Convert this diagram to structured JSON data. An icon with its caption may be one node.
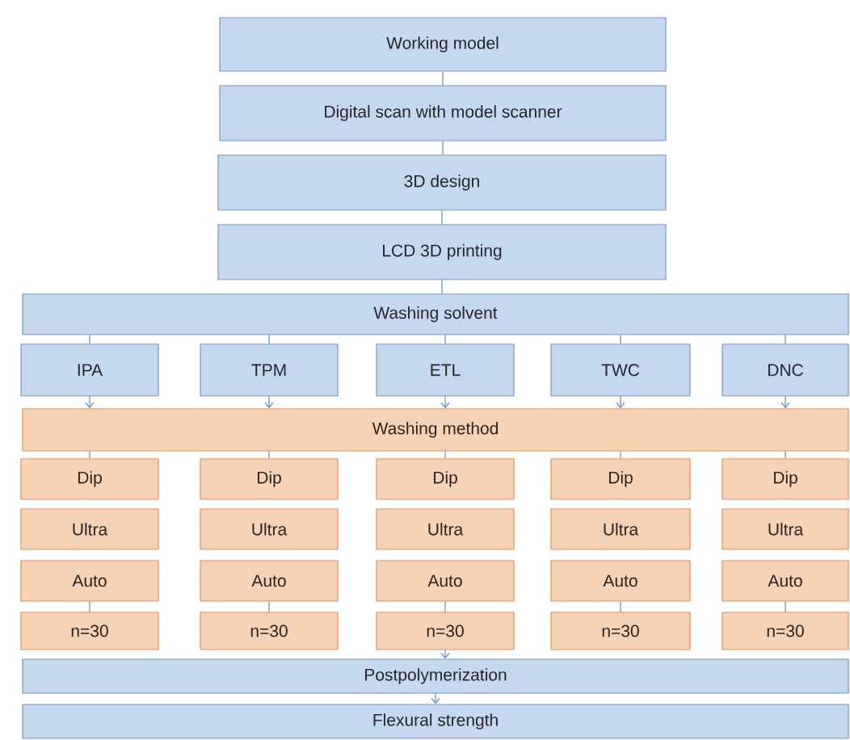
{
  "diagram": {
    "nodes": [
      {
        "text": [
          "Working model"
        ]
      },
      {
        "text": [
          "Digital scan with model scanner"
        ]
      },
      {
        "text": [
          "3D design"
        ]
      },
      {
        "text": [
          "LCD 3D printing"
        ]
      },
      {
        "text": [
          "Washing solvent"
        ]
      },
      {
        "text": [
          "IPA"
        ]
      },
      {
        "text": [
          "TPM"
        ]
      },
      {
        "text": [
          "ETL"
        ]
      },
      {
        "text": [
          "TWC"
        ]
      },
      {
        "text": [
          "DNC"
        ]
      },
      {
        "text": [
          "Washing method"
        ]
      },
      {
        "text": [
          "Dip"
        ]
      },
      {
        "text": [
          "Dip"
        ]
      },
      {
        "text": [
          "Dip"
        ]
      },
      {
        "text": [
          "Dip"
        ]
      },
      {
        "text": [
          "Dip"
        ]
      },
      {
        "text": [
          "Ultra"
        ]
      },
      {
        "text": [
          "Ultra"
        ]
      },
      {
        "text": [
          "Ultra"
        ]
      },
      {
        "text": [
          "Ultra"
        ]
      },
      {
        "text": [
          "Ultra"
        ]
      },
      {
        "text": [
          "Auto"
        ]
      },
      {
        "text": [
          "Auto"
        ]
      },
      {
        "text": [
          "Auto"
        ]
      },
      {
        "text": [
          "Auto"
        ]
      },
      {
        "text": [
          "Auto"
        ]
      },
      {
        "text": [
          "n=30"
        ]
      },
      {
        "text": [
          "n=30"
        ]
      },
      {
        "text": [
          "n=30"
        ]
      },
      {
        "text": [
          "n=30"
        ]
      },
      {
        "text": [
          "n=30"
        ]
      },
      {
        "text": [
          "Postpolymerization"
        ]
      },
      {
        "text": [
          "Flexural strength"
        ]
      }
    ],
    "edges": [
      {
        "from": 0,
        "to": 1,
        "arrow": "none"
      },
      {
        "from": 1,
        "to": 2,
        "arrow": "none"
      },
      {
        "from": 2,
        "to": 3,
        "arrow": "none"
      },
      {
        "from": 3,
        "to": 4,
        "arrow": "none"
      },
      {
        "from": 4,
        "to": 5,
        "arrow": "none"
      },
      {
        "from": 4,
        "to": 6,
        "arrow": "none"
      },
      {
        "from": 4,
        "to": 7,
        "arrow": "none"
      },
      {
        "from": 4,
        "to": 8,
        "arrow": "none"
      },
      {
        "from": 4,
        "to": 9,
        "arrow": "none"
      },
      {
        "from": 5,
        "to": 10,
        "arrow": "to"
      },
      {
        "from": 6,
        "to": 10,
        "arrow": "to"
      },
      {
        "from": 7,
        "to": 10,
        "arrow": "to"
      },
      {
        "from": 8,
        "to": 10,
        "arrow": "to"
      },
      {
        "from": 9,
        "to": 10,
        "arrow": "to"
      },
      {
        "from": 10,
        "to": 11,
        "arrow": "none"
      },
      {
        "from": 10,
        "to": 12,
        "arrow": "none"
      },
      {
        "from": 10,
        "to": 13,
        "arrow": "none"
      },
      {
        "from": 10,
        "to": 14,
        "arrow": "none"
      },
      {
        "from": 10,
        "to": 15,
        "arrow": "none"
      },
      {
        "from": 21,
        "to": 26,
        "arrow": "none"
      },
      {
        "from": 22,
        "to": 27,
        "arrow": "none"
      },
      {
        "from": 23,
        "to": 28,
        "arrow": "none"
      },
      {
        "from": 24,
        "to": 29,
        "arrow": "none"
      },
      {
        "from": 25,
        "to": 30,
        "arrow": "none"
      },
      {
        "from": 28,
        "to": 31,
        "arrow": "to"
      },
      {
        "from": 31,
        "to": 32,
        "arrow": "to"
      }
    ]
  }
}
